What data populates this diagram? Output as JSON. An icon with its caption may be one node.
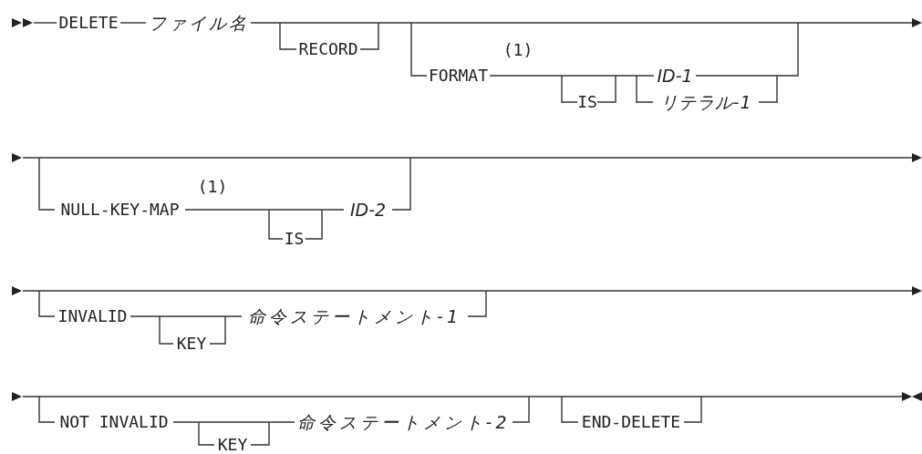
{
  "diagram": {
    "labels": [
      "DELETE",
      "ファイル名",
      "RECORD",
      "(1)",
      "FORMAT",
      "IS",
      "ID-1",
      "リテラル-1",
      "(1)",
      "NULL-KEY-MAP",
      "IS",
      "ID-2",
      "INVALID",
      "KEY",
      "命令ステートメント-1",
      "NOT INVALID",
      "KEY",
      "命令ステートメント-2",
      "END-DELETE"
    ]
  }
}
